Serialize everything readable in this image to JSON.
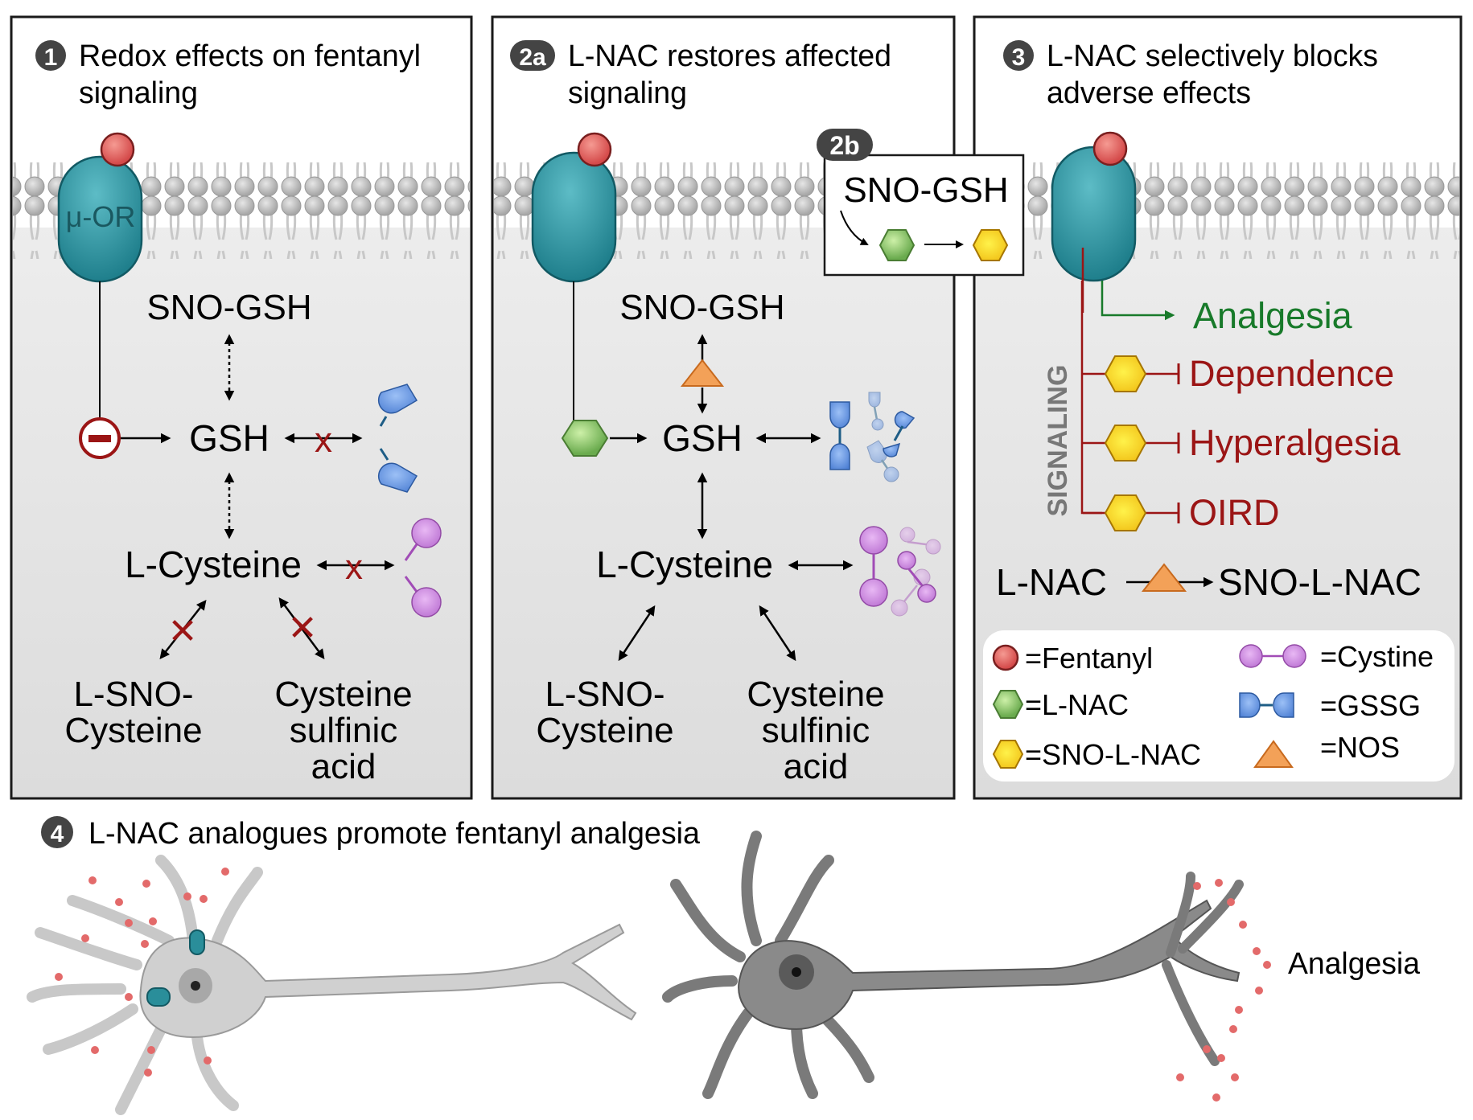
{
  "panels": {
    "p1": {
      "badge": "1",
      "title_line1": "Redox effects on fentanyl",
      "title_line2": "signaling",
      "receptor_label": "μ-OR",
      "sno_gsh": "SNO-GSH",
      "gsh": "GSH",
      "l_cysteine": "L-Cysteine",
      "l_sno_line1": "L-SNO-",
      "l_sno_line2": "Cysteine",
      "sulf_line1": "Cysteine",
      "sulf_line2": "sulfinic",
      "sulf_line3": "acid"
    },
    "p2a": {
      "badge": "2a",
      "title_line1": "L-NAC restores affected",
      "title_line2": "signaling",
      "sno_gsh": "SNO-GSH",
      "gsh": "GSH",
      "l_cysteine": "L-Cysteine",
      "l_sno_line1": "L-SNO-",
      "l_sno_line2": "Cysteine",
      "sulf_line1": "Cysteine",
      "sulf_line2": "sulfinic",
      "sulf_line3": "acid"
    },
    "p2b": {
      "badge": "2b",
      "sno_gsh": "SNO-GSH"
    },
    "p3": {
      "badge": "3",
      "title_line1": "L-NAC selectively blocks",
      "title_line2": "adverse effects",
      "signaling": "SIGNALING",
      "outcomes": [
        {
          "label": "Analgesia",
          "effect": "promotes"
        },
        {
          "label": "Dependence",
          "effect": "blocked"
        },
        {
          "label": "Hyperalgesia",
          "effect": "blocked"
        },
        {
          "label": "OIRD",
          "effect": "blocked"
        }
      ],
      "conversion_from": "L-NAC",
      "conversion_to": "SNO-L-NAC",
      "legend": [
        {
          "symbol": "red-circle",
          "label": "=Fentanyl"
        },
        {
          "symbol": "green-hexagon",
          "label": "=L-NAC"
        },
        {
          "symbol": "yellow-hexagon",
          "label": "=SNO-L-NAC"
        },
        {
          "symbol": "purple-dumbbell",
          "label": "=Cystine"
        },
        {
          "symbol": "blue-cups",
          "label": "=GSSG"
        },
        {
          "symbol": "orange-triangle",
          "label": "=NOS"
        }
      ]
    },
    "p4": {
      "badge": "4",
      "title": "L-NAC analogues promote fentanyl analgesia",
      "outcome": "Analgesia"
    }
  },
  "colors": {
    "receptor": "#2a8e9a",
    "fentanyl": "#d65a5a",
    "l_nac": "#6aab4e",
    "sno_l_nac": "#f2cc1a",
    "nos": "#f3a158",
    "cystine": "#c57ad8",
    "gssg": "#5a8ddc",
    "inhibit_red": "#9b1515",
    "analgesia_green": "#187a2a",
    "panel_bg": "#e6e6e6"
  }
}
